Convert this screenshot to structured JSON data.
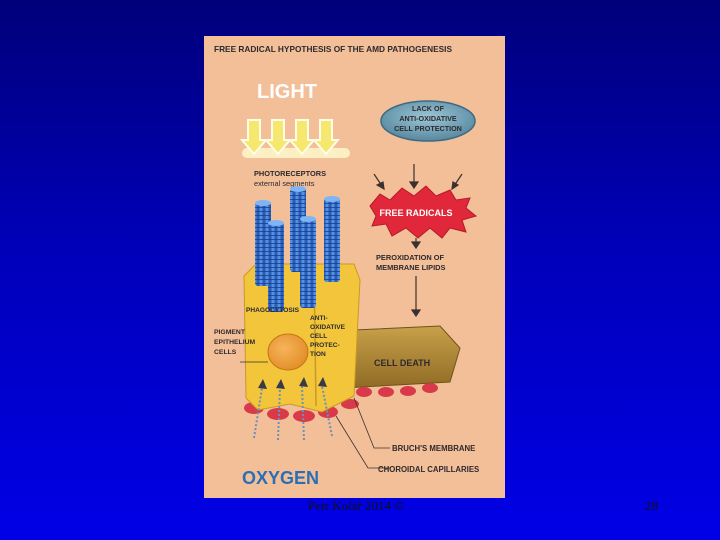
{
  "slide": {
    "author": "Petr Kolář 2014 ©",
    "page_number": "28"
  },
  "diagram": {
    "title": "FREE RADICAL HYPOTHESIS OF THE AMD PATHOGENESIS",
    "light": "LIGHT",
    "lack_box": [
      "LACK OF",
      "ANTI-OXIDATIVE",
      "CELL PROTECTION"
    ],
    "photoreceptors": [
      "PHOTORECEPTORS",
      "external segments"
    ],
    "free_radicals": "FREE RADICALS",
    "peroxidation": [
      "PEROXIDATION OF",
      "MEMBRANE LIPIDS"
    ],
    "phagocytosis": "PHAGOCYTOSIS",
    "antioxidative": [
      "ANTI-",
      "OXIDATIVE",
      "CELL",
      "PROTEC-",
      "TION"
    ],
    "pigment": [
      "PIGMENT",
      "EPITHELIUM",
      "CELLS"
    ],
    "cell_death": "CELL DEATH",
    "bruch": "BRUCH'S MEMBRANE",
    "choroidal": "CHOROIDAL CAPILLARIES",
    "oxygen": "OXYGEN"
  },
  "colors": {
    "panel": "#f3bf98",
    "light_arrows": "#f6e86e",
    "rod": "#3f7fd8",
    "cell": "#f2c53a",
    "cell_dark": "#c89a22",
    "cell_death": "#b58d35",
    "capillary": "#d83a4a",
    "free_radical_burst": "#e0283a",
    "oxygen": "#2a6fb5",
    "lack_ellipse": "#6e9eb4"
  }
}
